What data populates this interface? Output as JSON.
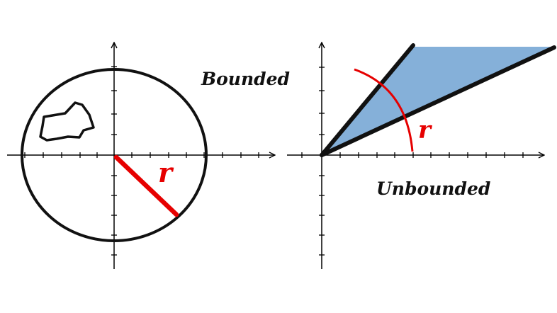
{
  "left_panel": {
    "label": "Bounded",
    "radius_label": "r"
  },
  "right_panel": {
    "label": "Unbounded",
    "radius_label": "r"
  },
  "colors": {
    "background": "#ffffff",
    "axis": "#000000",
    "outline": "#111111",
    "radius": "#e60000",
    "region_fill": "#85b0d9"
  }
}
